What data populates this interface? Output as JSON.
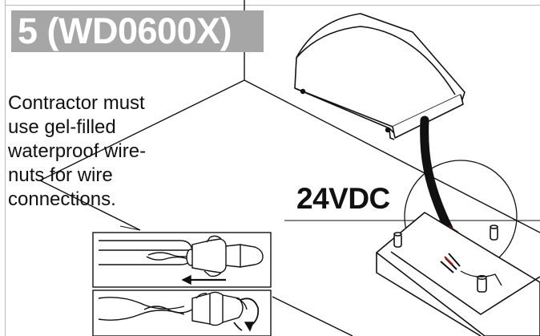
{
  "step": {
    "title": "5 (WD0600X)",
    "badge_color": "#a6a6a6",
    "text_color": "#ffffff"
  },
  "note": {
    "lines": [
      "Contractor must",
      "use gel-filled",
      "waterproof wire-",
      "nuts for wire",
      "connections."
    ]
  },
  "voltage_label": "24VDC",
  "icons": {
    "fixture": "half-cylinder-light-fixture",
    "junction_box": "junction-box",
    "wire_nut_push": "wire-nut-push-icon",
    "wire_nut_twist": "wire-nut-twist-icon"
  }
}
